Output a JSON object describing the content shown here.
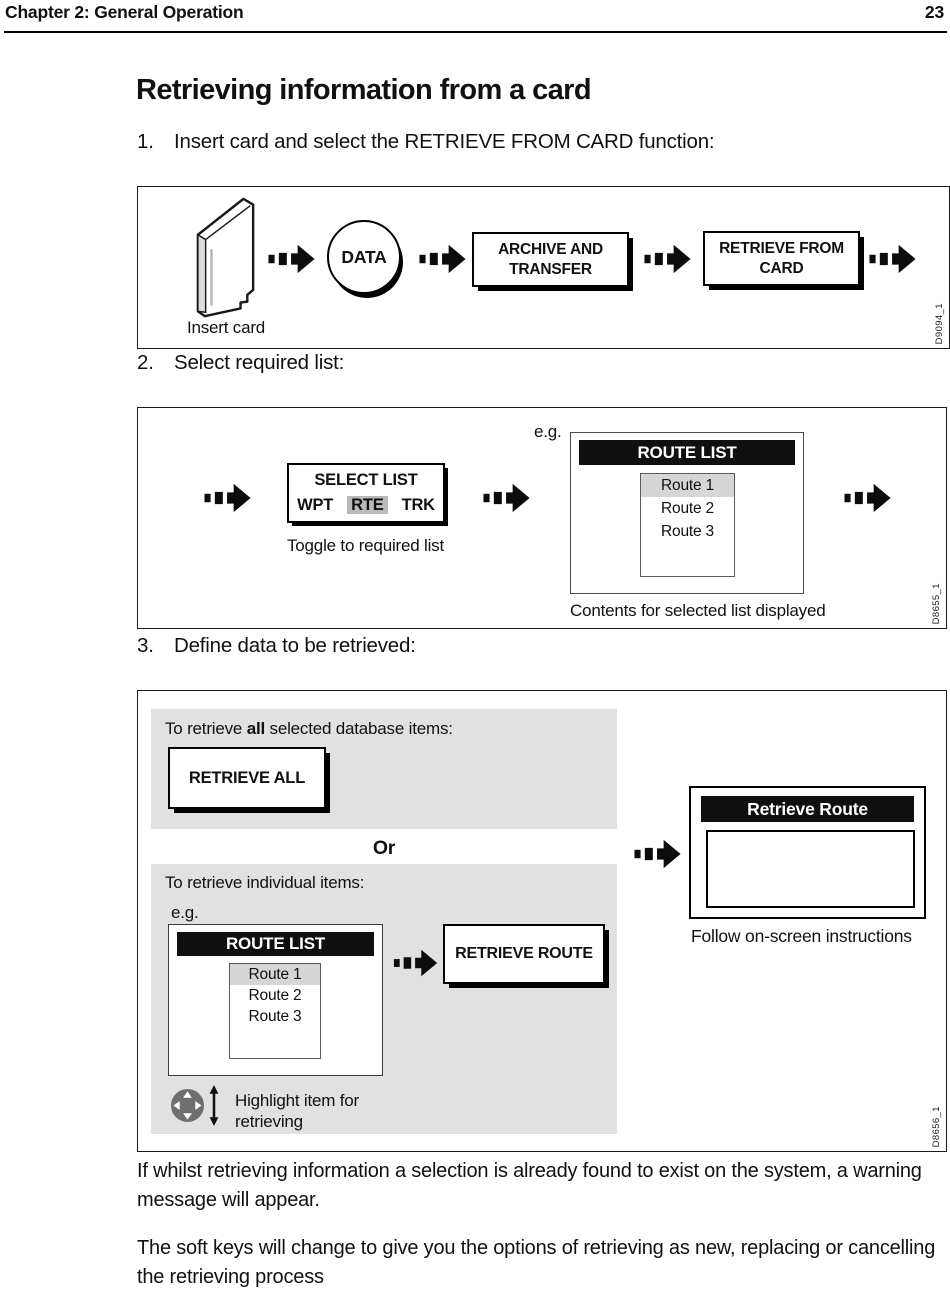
{
  "colors": {
    "panel_gray": "#e1e1e1",
    "list_highlight_gray": "#d6d6d6",
    "option_highlight_gray": "#b9b9b9",
    "screen_header_black": "#101010"
  },
  "header": {
    "chapter_title": "Chapter 2: General Operation",
    "page_number": "23"
  },
  "title": "Retrieving information from a card",
  "steps": {
    "step1": {
      "number": "1.",
      "text": "Insert card and select the RETRIEVE FROM CARD function:"
    },
    "step2": {
      "number": "2.",
      "text": "Select required list:"
    },
    "step3": {
      "number": "3.",
      "text": "Define data to be retrieved:"
    }
  },
  "figure1": {
    "insert_card_caption": "Insert card",
    "data_button_label": "DATA",
    "archive_transfer_button": {
      "line1": "ARCHIVE AND",
      "line2": "TRANSFER"
    },
    "retrieve_from_card_button": {
      "line1": "RETRIEVE FROM",
      "line2": "CARD"
    },
    "figure_id": "D9094_1"
  },
  "figure2": {
    "select_list_box": {
      "title": "SELECT LIST",
      "options": [
        "WPT",
        "RTE",
        "TRK"
      ],
      "selected_option": "RTE"
    },
    "toggle_caption": "Toggle to required list",
    "example_label": "e.g.",
    "route_list_screen": {
      "title": "ROUTE LIST",
      "items": [
        "Route 1",
        "Route 2",
        "Route 3"
      ],
      "selected_item": "Route 1"
    },
    "contents_caption": "Contents for selected list displayed",
    "figure_id": "D8655_1"
  },
  "figure3": {
    "all_panel": {
      "heading_prefix": "To retrieve ",
      "heading_bold": "all",
      "heading_suffix": " selected database items:",
      "button_label": "RETRIEVE ALL"
    },
    "or_label": "Or",
    "individual_panel": {
      "heading": "To retrieve individual items:",
      "example_label": "e.g.",
      "route_list_screen": {
        "title": "ROUTE LIST",
        "items": [
          "Route 1",
          "Route 2",
          "Route 3"
        ],
        "selected_item": "Route 1"
      },
      "button_label": "RETRIEVE ROUTE",
      "trackpad_caption": "Highlight item for retrieving"
    },
    "retrieve_route_screen": {
      "title": "Retrieve Route"
    },
    "follow_caption": "Follow on-screen instructions",
    "figure_id": "D8656_1"
  },
  "footer_paragraphs": {
    "p1": "If whilst retrieving information a selection is already found to exist on the system, a warning message will appear.",
    "p2": "The soft keys will change to give you the options of retrieving as new, replacing or cancelling the retrieving process"
  }
}
